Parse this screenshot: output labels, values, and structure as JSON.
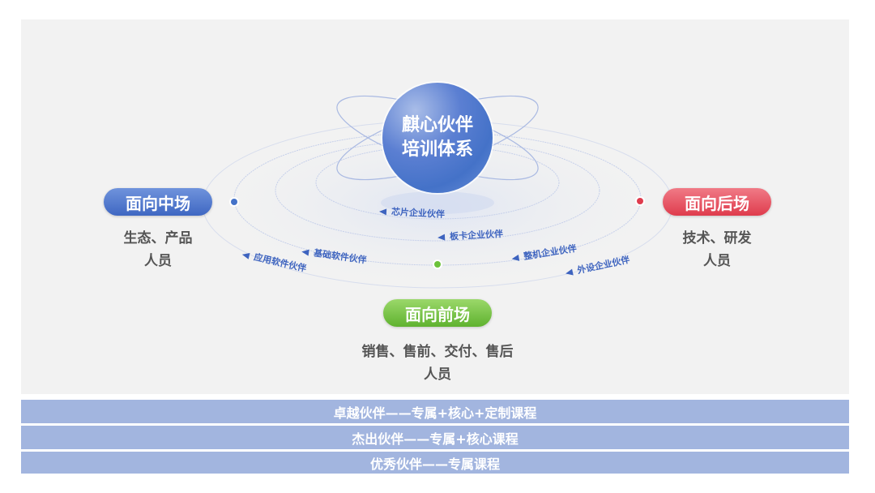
{
  "center": {
    "line1": "麒心伙伴",
    "line2": "培训体系"
  },
  "groups": {
    "middle": {
      "label": "面向中场",
      "desc1": "生态、产品",
      "desc2": "人员",
      "color": "#4472c8"
    },
    "back": {
      "label": "面向后场",
      "desc1": "技术、研发",
      "desc2": "人员",
      "color": "#df3c4d"
    },
    "front": {
      "label": "面向前场",
      "desc1": "销售、售前、交付、售后",
      "desc2": "人员",
      "color": "#5fb22f"
    }
  },
  "partners": [
    "芯片企业伙伴",
    "板卡企业伙伴",
    "基础软件伙伴",
    "整机企业伙伴",
    "应用软件伙伴",
    "外设企业伙伴"
  ],
  "tiers": [
    "卓越伙伴——专属+核心+定制课程",
    "杰出伙伴——专属+核心课程",
    "优秀伙伴——专属课程"
  ]
}
